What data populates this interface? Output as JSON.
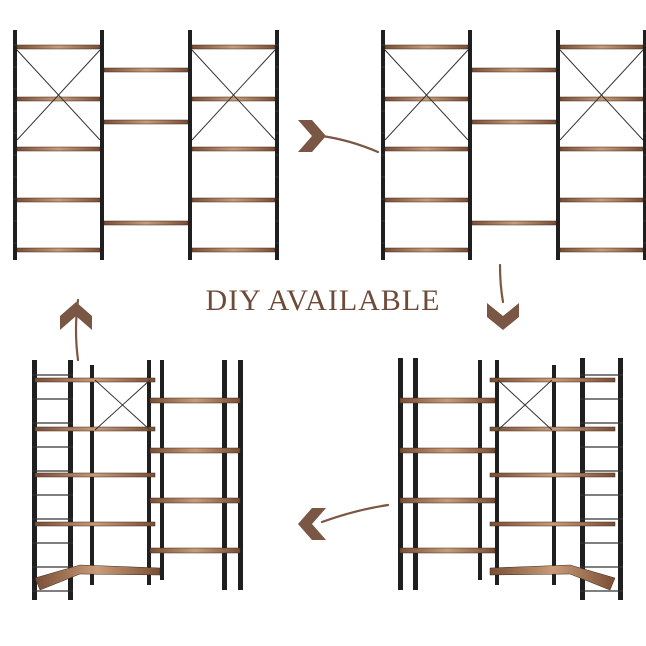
{
  "headline": "DIY AVAILABLE",
  "colors": {
    "frame": "#1f1f1f",
    "wood_light": "#c99b78",
    "wood_dark": "#7a4e34",
    "arrow": "#7a5644"
  },
  "panels": [
    {
      "name": "straight-config-left",
      "style": "straight"
    },
    {
      "name": "straight-config-right",
      "style": "straight"
    },
    {
      "name": "corner-config-left",
      "style": "corner-left"
    },
    {
      "name": "corner-config-right",
      "style": "corner-right"
    }
  ],
  "arrows": [
    {
      "name": "arrow-right-icon",
      "direction": "right"
    },
    {
      "name": "arrow-down-icon",
      "direction": "down"
    },
    {
      "name": "arrow-left-icon",
      "direction": "left"
    },
    {
      "name": "arrow-up-icon",
      "direction": "up"
    }
  ]
}
